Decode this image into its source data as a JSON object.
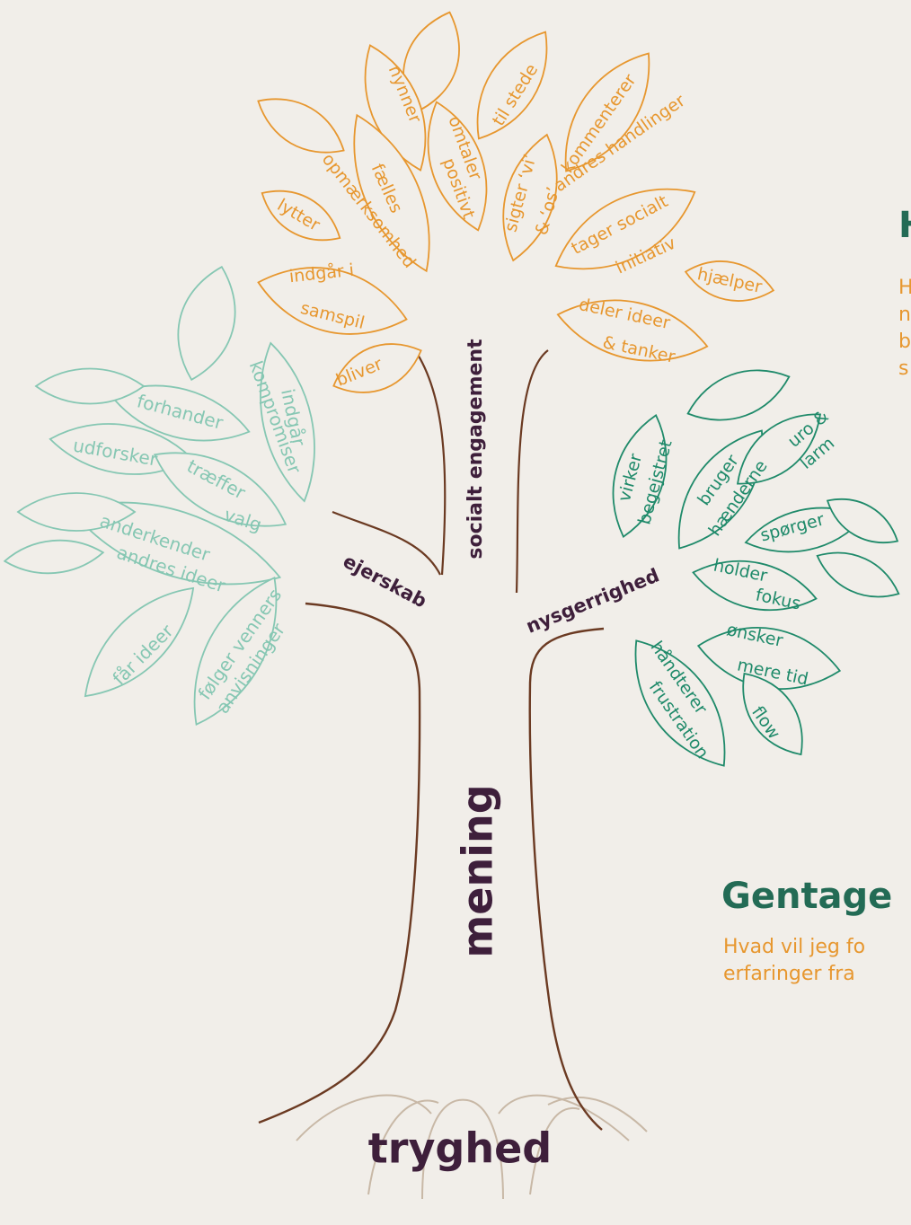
{
  "colors": {
    "orange": "#e7972f",
    "light_green": "#86c7b3",
    "dark_green": "#1f8a6a",
    "brown": "#6b3a22",
    "dark_purple": "#3e1f3b",
    "root": "#c8b8a6",
    "heading_green": "#236b55",
    "background": "#f1eee9"
  },
  "trunk": {
    "label": "mening"
  },
  "roots": {
    "label": "tryghed"
  },
  "branches": {
    "social": "socialt engagement",
    "ownership": "ejerskab",
    "curiosity": "nysgerrighed"
  },
  "leaves": {
    "social": [
      "nynner",
      "omtaler",
      "positivt",
      "til stede",
      "kommenterer",
      "andres handlinger",
      "sigter ‘vi’",
      "& ‘os’",
      "tager socialt",
      "initiativ",
      "hjælper",
      "deler ideer",
      "& tanker",
      "fælles",
      "opmærksomhed",
      "lytter",
      "indgår i",
      "samspil",
      "bliver"
    ],
    "ownership": [
      "indgår",
      "kompromiser",
      "forhander",
      "udforsker",
      "træffer",
      "valg",
      "anderkender",
      "andres ideer",
      "får ideer",
      "følger venners",
      "anvisninger"
    ],
    "curiosity": [
      "virker",
      "begejstret",
      "bruger",
      "hænderne",
      "uro &",
      "larm",
      "spørger",
      "holder",
      "fokus",
      "ønsker",
      "mere tid",
      "håndterer",
      "frustration",
      "flow"
    ]
  },
  "side": {
    "top_heading": "H",
    "top_lines": [
      "H",
      "n",
      "b",
      "s"
    ],
    "bottom_heading": "Gentage",
    "bottom_lines": [
      "Hvad vil jeg fo",
      "erfaringer fra"
    ]
  }
}
